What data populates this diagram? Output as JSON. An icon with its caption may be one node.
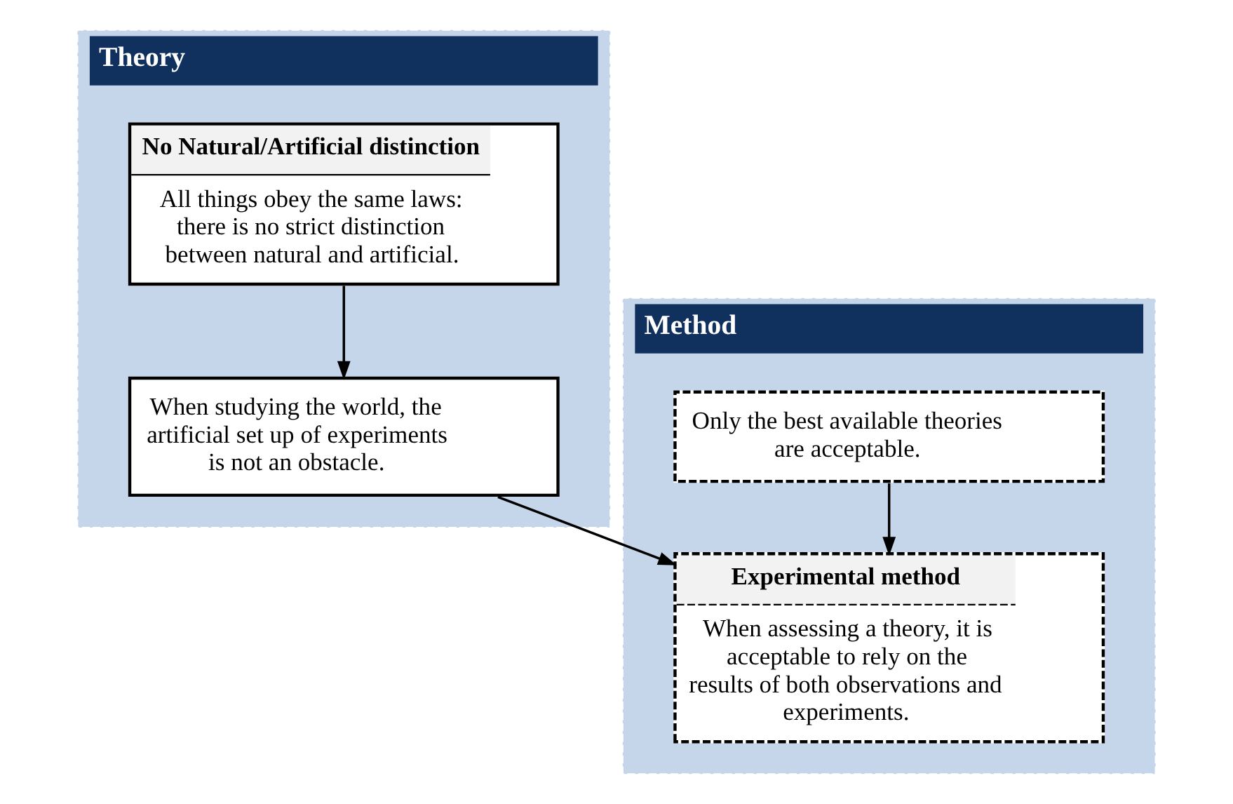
{
  "diagram": {
    "nodes": [
      {
        "text": [
          "Theory"
        ]
      },
      {
        "text": [
          "Method"
        ]
      },
      {
        "text": [
          "No Natural/Artificial distinction",
          "All things obey the same laws: there is no strict distinction between natural and artificial."
        ],
        "in": 0
      },
      {
        "text": [
          "When studying the world, the artificial set up of experiments is not an obstacle."
        ],
        "in": 0
      },
      {
        "text": [
          "Only the best available theories are acceptable."
        ],
        "in": 1
      },
      {
        "text": [
          "Experimental method",
          "When assessing a theory, it is acceptable to rely on the results of both observations and experiments."
        ],
        "in": 1
      }
    ],
    "edges": [
      {
        "from": 2,
        "to": 3,
        "arrow": "to"
      },
      {
        "from": 3,
        "to": 5,
        "arrow": "to"
      },
      {
        "from": 4,
        "to": 5,
        "arrow": "to"
      }
    ]
  }
}
